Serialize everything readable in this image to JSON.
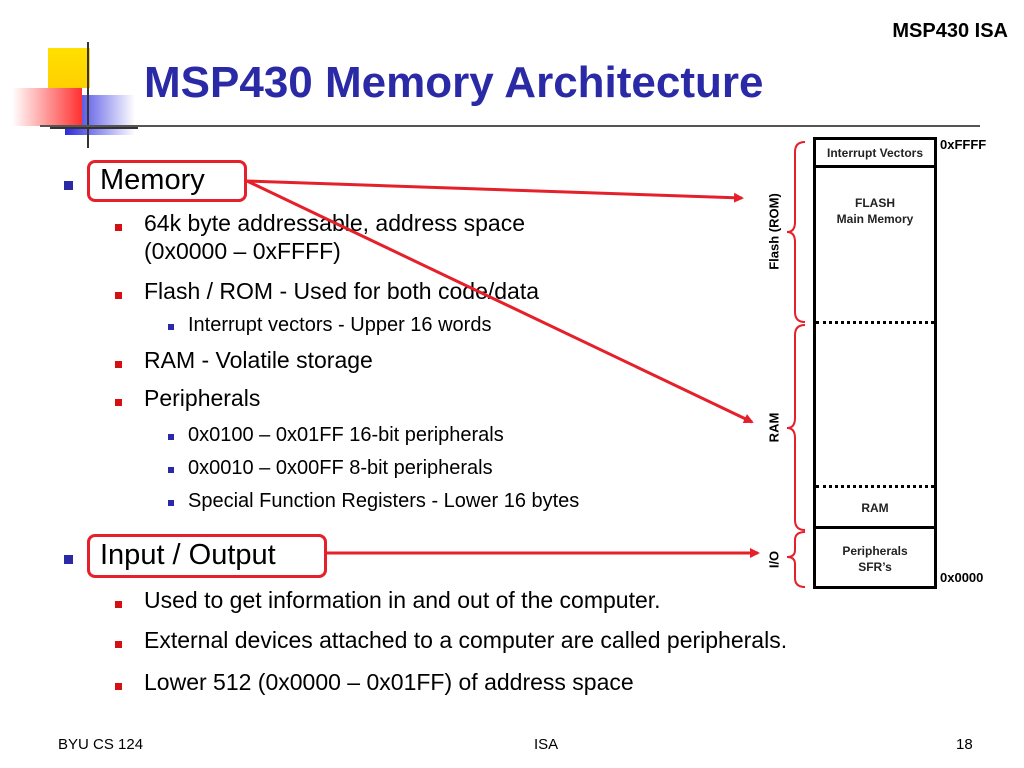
{
  "header": {
    "corner_tag": "MSP430 ISA",
    "title": "MSP430 Memory Architecture"
  },
  "content": {
    "memory": {
      "label": "Memory",
      "items": [
        {
          "text_line1": "64k byte addressable, address space",
          "text_line2": "(0x0000 – 0xFFFF)"
        },
        {
          "text": "Flash / ROM - Used for both code/data"
        },
        {
          "sub": "Interrupt vectors - Upper 16 words"
        },
        {
          "text": "RAM - Volatile storage"
        },
        {
          "text": "Peripherals"
        },
        {
          "sub": "0x0100 – 0x01FF 16-bit peripherals"
        },
        {
          "sub": "0x0010 – 0x00FF 8-bit peripherals"
        },
        {
          "sub": "Special Function Registers - Lower 16 bytes"
        }
      ]
    },
    "io": {
      "label": "Input / Output",
      "items": [
        "Used to get information in and out of the computer.",
        "External devices attached to a computer are called peripherals.",
        "Lower 512 (0x0000 – 0x01FF) of address space"
      ]
    }
  },
  "memory_map": {
    "regions": {
      "interrupt_vectors": "Interrupt Vectors",
      "flash_line1": "FLASH",
      "flash_line2": "Main Memory",
      "ram": "RAM",
      "peripherals_line1": "Peripherals",
      "peripherals_line2": "SFR’s"
    },
    "side_labels": {
      "flash_rom": "Flash (ROM)",
      "ram": "RAM",
      "io": "I/O"
    },
    "addresses": {
      "top": "0xFFFF",
      "bottom": "0x0000"
    }
  },
  "footer": {
    "left": "BYU CS 124",
    "center": "ISA",
    "page": "18"
  },
  "colors": {
    "title": "#2a2aa6",
    "highlight_box": "#e5202a",
    "arrow": "#e5202a",
    "bullet_l1": "#2a2aa6",
    "bullet_l2": "#d41010"
  }
}
